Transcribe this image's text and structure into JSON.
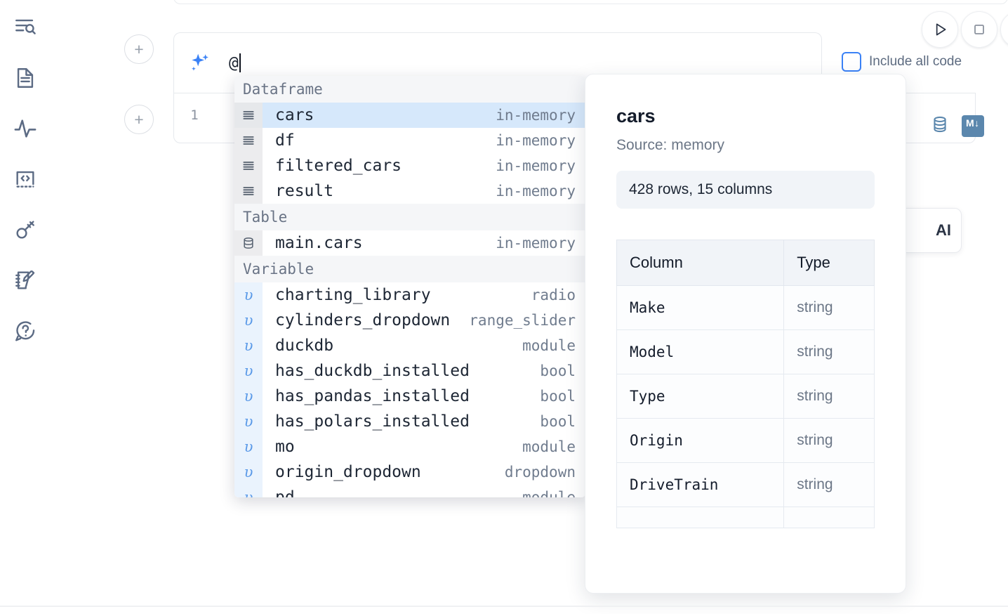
{
  "sidebar": {
    "items": [
      {
        "name": "explore-outline-icon",
        "label": "Explore"
      },
      {
        "name": "file-document-icon",
        "label": "Files"
      },
      {
        "name": "activity-pulse-icon",
        "label": "Activity"
      },
      {
        "name": "code-snippet-icon",
        "label": "Snippets"
      },
      {
        "name": "key-secrets-icon",
        "label": "Secrets"
      },
      {
        "name": "scratchpad-edit-icon",
        "label": "Scratchpad"
      },
      {
        "name": "help-question-icon",
        "label": "Help"
      }
    ]
  },
  "toolbar": {
    "run_label": "▷",
    "stop_label": "□",
    "include_all_code_label": "Include all code",
    "include_all_code_checked": false
  },
  "ai_prompt": {
    "icon": "sparkles-icon",
    "value": "@",
    "placeholder": ""
  },
  "cell": {
    "line_number": "1",
    "icons": [
      {
        "name": "database-icon",
        "label": "SQL"
      },
      {
        "name": "markdown-icon",
        "label": "M↓"
      }
    ]
  },
  "ai_chip": {
    "label": "AI"
  },
  "autocomplete": {
    "groups": [
      {
        "label": "Dataframe",
        "items": [
          {
            "icon": "dataframe-icon",
            "name": "cars",
            "meta": "in-memory",
            "selected": true
          },
          {
            "icon": "dataframe-icon",
            "name": "df",
            "meta": "in-memory",
            "selected": false
          },
          {
            "icon": "dataframe-icon",
            "name": "filtered_cars",
            "meta": "in-memory",
            "selected": false
          },
          {
            "icon": "dataframe-icon",
            "name": "result",
            "meta": "in-memory",
            "selected": false
          }
        ]
      },
      {
        "label": "Table",
        "items": [
          {
            "icon": "table-database-icon",
            "name": "main.cars",
            "meta": "in-memory",
            "selected": false
          }
        ]
      },
      {
        "label": "Variable",
        "items": [
          {
            "icon": "variable-icon",
            "name": "charting_library",
            "meta": "radio",
            "selected": false
          },
          {
            "icon": "variable-icon",
            "name": "cylinders_dropdown",
            "meta": "range_slider",
            "selected": false
          },
          {
            "icon": "variable-icon",
            "name": "duckdb",
            "meta": "module",
            "selected": false
          },
          {
            "icon": "variable-icon",
            "name": "has_duckdb_installed",
            "meta": "bool",
            "selected": false
          },
          {
            "icon": "variable-icon",
            "name": "has_pandas_installed",
            "meta": "bool",
            "selected": false
          },
          {
            "icon": "variable-icon",
            "name": "has_polars_installed",
            "meta": "bool",
            "selected": false
          },
          {
            "icon": "variable-icon",
            "name": "mo",
            "meta": "module",
            "selected": false
          },
          {
            "icon": "variable-icon",
            "name": "origin_dropdown",
            "meta": "dropdown",
            "selected": false
          },
          {
            "icon": "variable-icon",
            "name": "pd",
            "meta": "module",
            "selected": false
          }
        ]
      }
    ]
  },
  "detail": {
    "title": "cars",
    "source": "Source: memory",
    "shape": "428 rows, 15 columns",
    "columns_header": "Column",
    "type_header": "Type",
    "rows": [
      {
        "column": "Make",
        "type": "string"
      },
      {
        "column": "Model",
        "type": "string"
      },
      {
        "column": "Type",
        "type": "string"
      },
      {
        "column": "Origin",
        "type": "string"
      },
      {
        "column": "DriveTrain",
        "type": "string"
      }
    ]
  },
  "colors": {
    "accent_blue": "#3b82f6",
    "selection_blue": "#d6e8fb",
    "icon_slate": "#5c6b84",
    "cell_icon_blue": "#5b87ad"
  }
}
